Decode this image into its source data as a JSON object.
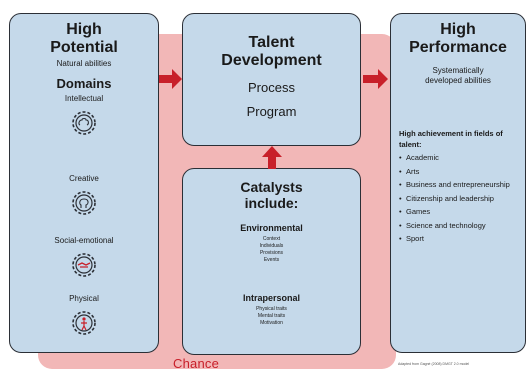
{
  "high_potential": {
    "title_line1": "High",
    "title_line2": "Potential",
    "subtitle": "Natural abilities",
    "domains_heading": "Domains",
    "domains": [
      {
        "label": "Intellectual",
        "icon": "brain-gear-icon"
      },
      {
        "label": "Creative",
        "icon": "head-gear-icon"
      },
      {
        "label": "Social-emotional",
        "icon": "handshake-gear-icon"
      },
      {
        "label": "Physical",
        "icon": "person-gear-icon"
      }
    ]
  },
  "talent_development": {
    "title_line1": "Talent",
    "title_line2": "Development",
    "line1": "Process",
    "line2": "Program"
  },
  "catalysts": {
    "title_line1": "Catalysts",
    "title_line2": "include:",
    "environmental_heading": "Environmental",
    "environmental_items": [
      "Context",
      "Individuals",
      "Provisions",
      "Events"
    ],
    "intrapersonal_heading": "Intrapersonal",
    "intrapersonal_items": [
      "Physical traits",
      "Mental traits",
      "Motivation"
    ]
  },
  "high_performance": {
    "title_line1": "High",
    "title_line2": "Performance",
    "subtitle_line1": "Systematically",
    "subtitle_line2": "developed abilities",
    "achievement_heading": "High achievement in fields of talent:",
    "fields": [
      "Academic",
      "Arts",
      "Business and entrepreneurship",
      "Citizenship and leadership",
      "Games",
      "Science and technology",
      "Sport"
    ]
  },
  "chance_label": "Chance",
  "credit": "Adapted from Gagné (2008) DMGT 2.0 model",
  "colors": {
    "box_fill": "#c5d9ea",
    "box_border": "#2b2f36",
    "chance_fill": "#f2b7b7",
    "arrow": "#c8202a"
  }
}
